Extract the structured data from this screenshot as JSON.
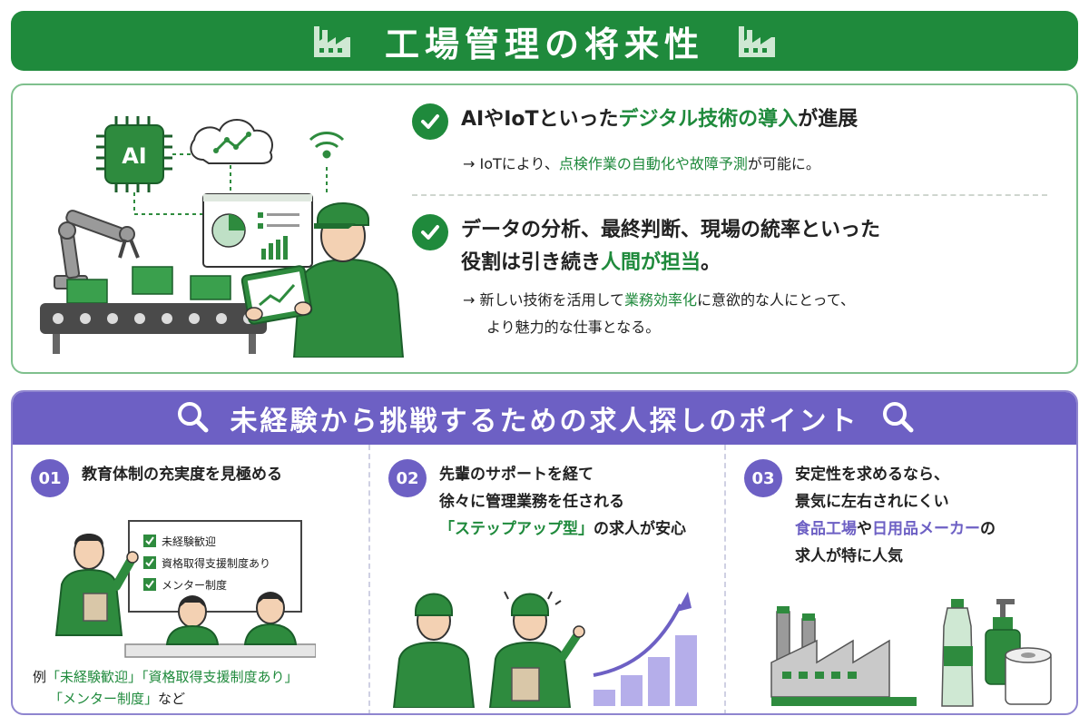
{
  "header": {
    "title": "工場管理の将来性"
  },
  "future": {
    "chip_label": "AI",
    "points": [
      {
        "title_pre": "AIやIoTといった",
        "title_hl": "デジタル技術の導入",
        "title_post": "が進展",
        "sub_pre": "→ IoTにより、",
        "sub_hl": "点検作業の自動化や故障予測",
        "sub_post": "が可能に。"
      },
      {
        "title_line1": "データの分析、最終判断、現場の統率といった",
        "title_pre": "役割は引き続き",
        "title_hl": "人間が担当",
        "title_post": "。",
        "sub_pre": "→ 新しい技術を活用して",
        "sub_hl": "業務効率化",
        "sub_post": "に意欲的な人にとって、",
        "sub_line2": "より魅力的な仕事となる。"
      }
    ]
  },
  "jobs": {
    "title": "未経験から挑戦するための求人探しのポイント",
    "items": [
      {
        "number": "01",
        "title": "教育体制の充実度を見極める",
        "board_items": [
          "未経験歓迎",
          "資格取得支援制度あり",
          "メンター制度"
        ],
        "example_pre": "例",
        "example_q1": "「未経験歓迎」",
        "example_q2": "「資格取得支援制度あり」",
        "example_q3": "「メンター制度」",
        "example_post": "など"
      },
      {
        "number": "02",
        "title_line1": "先輩のサポートを経て",
        "title_line2": "徐々に管理業務を任される",
        "title_hl": "「ステップアップ型」",
        "title_post": "の求人が安心"
      },
      {
        "number": "03",
        "title_line1": "安定性を求めるなら、",
        "title_line2": "景気に左右されにくい",
        "title_hl1": "食品工場",
        "title_mid": "や",
        "title_hl2": "日用品メーカー",
        "title_post": "の",
        "title_line4": "求人が特に人気"
      }
    ]
  },
  "colors": {
    "green": "#1f8a3c",
    "purple": "#6d60c4",
    "light_green": "#7fc08d",
    "light_purple": "#8f85cf"
  }
}
